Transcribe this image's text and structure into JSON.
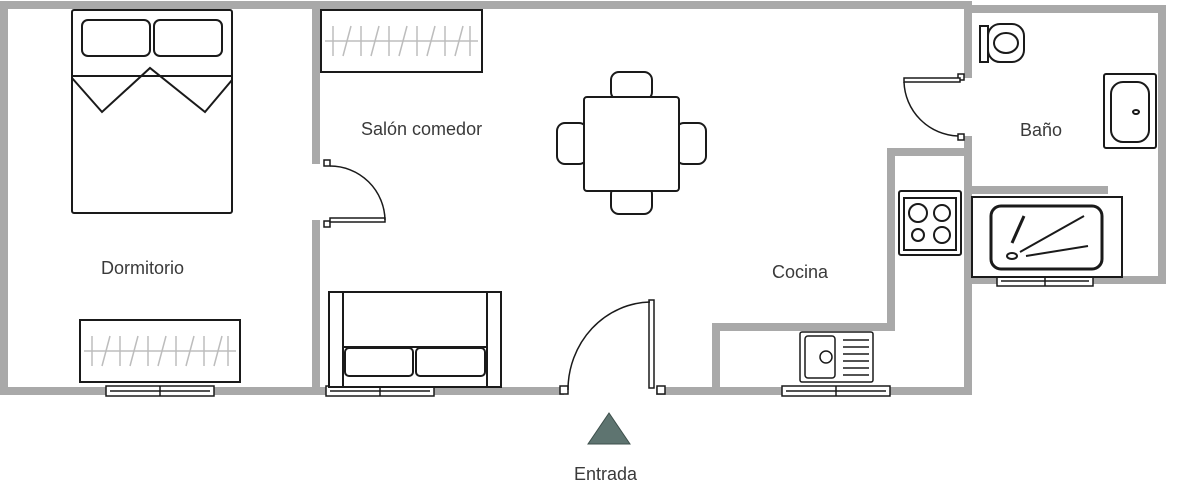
{
  "rooms": {
    "dormitorio": "Dormitorio",
    "salon": "Salón comedor",
    "cocina": "Cocina",
    "bano": "Baño"
  },
  "entrance": {
    "label": "Entrada"
  },
  "colors": {
    "wall": "#a9a9a9",
    "furniture_stroke": "#1a1a1a",
    "hanger": "#bdbdbd",
    "entrance_arrow": "#5e7470"
  }
}
